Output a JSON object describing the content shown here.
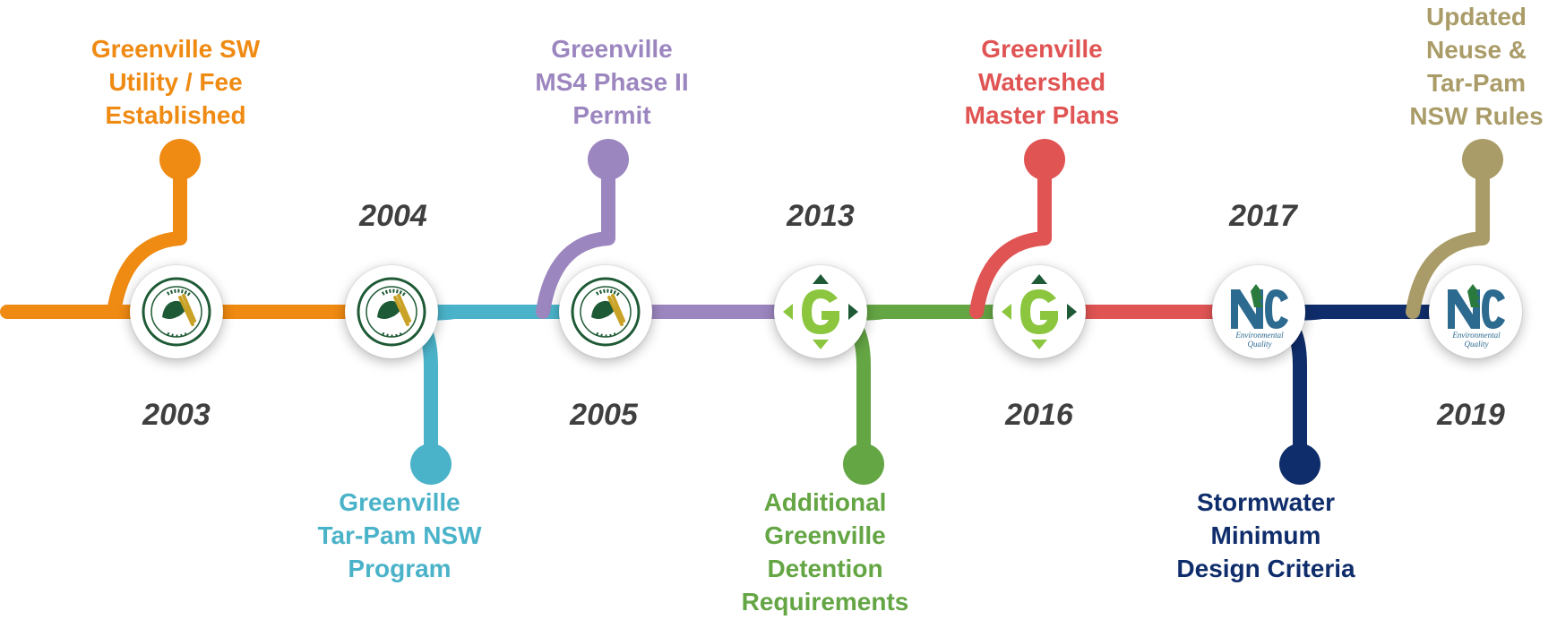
{
  "colors": {
    "orange": "#ef8a12",
    "teal": "#4bb3c9",
    "purple": "#9c86bf",
    "green": "#64a544",
    "red": "#e05454",
    "navy": "#0f2d6b",
    "olive": "#aa9c68",
    "year_text": "#3f3f3f"
  },
  "logos": {
    "city_seal": {
      "icon": "city-of-greenville-seal",
      "lettering": "CITY OF GREENVILLE · N.C. · INCORPORATED 1774"
    },
    "g_logo": {
      "icon": "greenville-g-logo"
    },
    "ncdeq": {
      "icon": "nc-deq-logo",
      "lettering": "NC Environmental Quality"
    }
  },
  "milestones": [
    {
      "year": "2003",
      "label": "Greenville SW\nUtility / Fee\nEstablished",
      "color": "orange",
      "logo": "city_seal"
    },
    {
      "year": "2004",
      "label": "Greenville\nTar-Pam NSW\nProgram",
      "color": "teal",
      "logo": "city_seal"
    },
    {
      "year": "2005",
      "label": "Greenville\nMS4 Phase II\nPermit",
      "color": "purple",
      "logo": "city_seal"
    },
    {
      "year": "2013",
      "label": "Additional\nGreenville\nDetention\nRequirements",
      "color": "green",
      "logo": "g_logo"
    },
    {
      "year": "2016",
      "label": "Greenville\nWatershed\nMaster Plans",
      "color": "red",
      "logo": "g_logo"
    },
    {
      "year": "2017",
      "label": "Stormwater\nMinimum\nDesign Criteria",
      "color": "navy",
      "logo": "ncdeq"
    },
    {
      "year": "2019",
      "label": "Updated\nNeuse &\nTar-Pam\nNSW Rules",
      "color": "olive",
      "logo": "ncdeq"
    }
  ]
}
